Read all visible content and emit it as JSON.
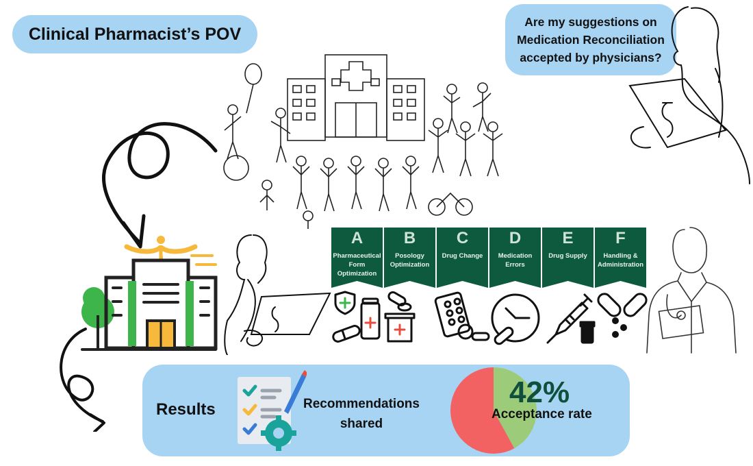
{
  "title": "Clinical Pharmacist’s POV",
  "question": "Are my suggestions on Medication Reconciliation accepted by physicians?",
  "categories": [
    {
      "letter": "A",
      "label": "Pharmaceutical Form Optimization",
      "icon": "pills-shield-bottle-icon"
    },
    {
      "letter": "B",
      "label": "Posology Optimization",
      "icon": "capsule-pill-box-icon"
    },
    {
      "letter": "C",
      "label": "Drug Change",
      "icon": "blister-pack-icon"
    },
    {
      "letter": "D",
      "label": "Medication Errors",
      "icon": "clock-capsule-icon"
    },
    {
      "letter": "E",
      "label": "Drug Supply",
      "icon": "syringe-vial-icon"
    },
    {
      "letter": "F",
      "label": "Handling & Administration",
      "icon": "capsules-icon"
    }
  ],
  "results": {
    "label": "Results",
    "recommendations": "Recommendations shared",
    "acceptance_percent": "42%",
    "acceptance_label": "Acceptance rate"
  },
  "chart_data": {
    "type": "pie",
    "slices": [
      {
        "value": 42,
        "color": "#9ccc7a"
      },
      {
        "value": 58,
        "color": "#f26262"
      }
    ]
  },
  "colors": {
    "pill_bg": "#a8d4f4",
    "banner": "#0d5a3f",
    "accent_green": "#3db54a",
    "accent_yellow": "#f6b93b"
  }
}
